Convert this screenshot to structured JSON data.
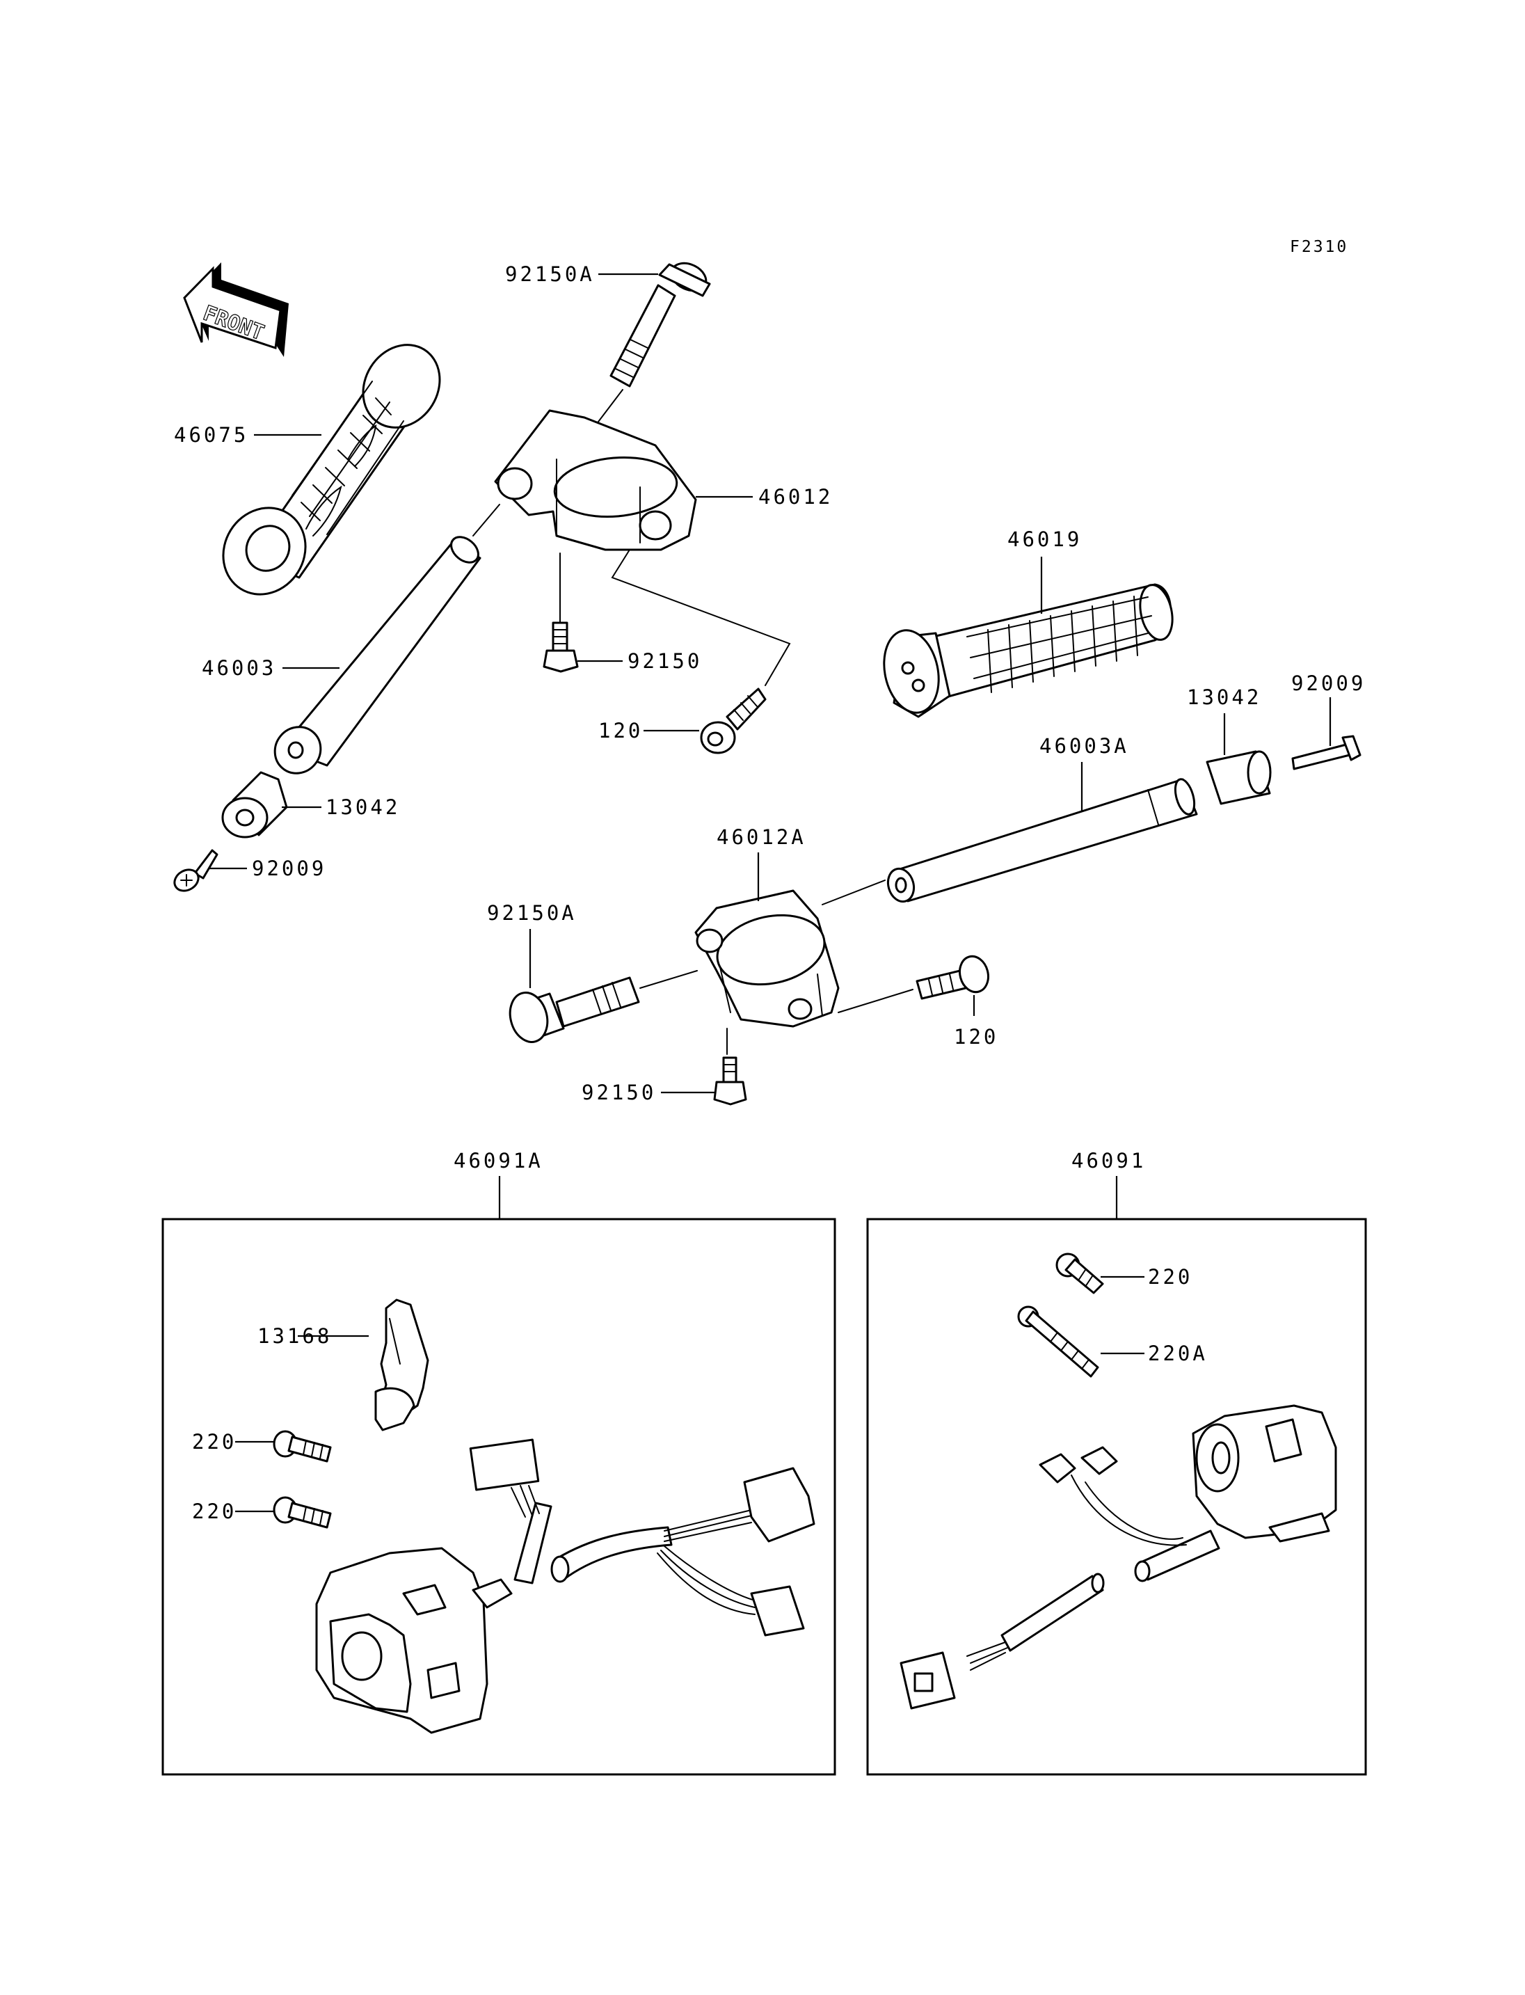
{
  "figure_code": "F2310",
  "direction_label": "FRONT",
  "part_labels": {
    "p92150A_top": "92150A",
    "p46075": "46075",
    "p46012": "46012",
    "p46019": "46019",
    "p46003": "46003",
    "p92150_top": "92150",
    "p120_top": "120",
    "p13042_left": "13042",
    "p92009_left": "92009",
    "p13042_right": "13042",
    "p92009_right": "92009",
    "p46003A": "46003A",
    "p46012A": "46012A",
    "p92150A_mid": "92150A",
    "p120_mid": "120",
    "p92150_mid": "92150"
  },
  "left_switch_box": {
    "title": "46091A",
    "labels": {
      "p13168": "13168",
      "p220_a": "220",
      "p220_b": "220"
    }
  },
  "right_switch_box": {
    "title": "46091",
    "labels": {
      "p220": "220",
      "p220A": "220A"
    }
  }
}
